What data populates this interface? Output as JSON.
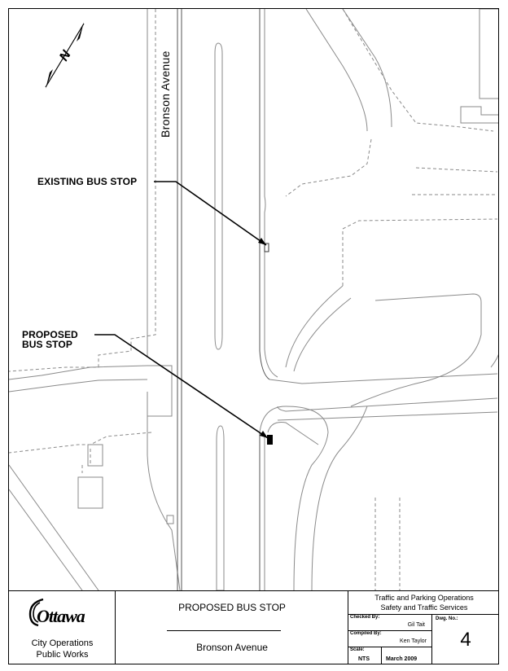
{
  "map": {
    "street_name": "Bronson Avenue",
    "north_letter": "N",
    "callouts": {
      "existing_stop": "EXISTING BUS STOP",
      "proposed_stop_line1": "PROPOSED",
      "proposed_stop_line2": "BUS STOP"
    }
  },
  "title_block": {
    "logo_text": "Ottawa",
    "org_line1": "City Operations",
    "org_line2": "Public Works",
    "drawing_title": "PROPOSED BUS STOP",
    "drawing_subtitle": "Bronson Avenue",
    "dept_line1": "Traffic and Parking Operations",
    "dept_line2": "Safety and Traffic Services",
    "checked_by_label": "Checked By:",
    "checked_by": "Gil Tait",
    "compiled_by_label": "Compiled By:",
    "compiled_by": "Ken Taylor",
    "scale_label": "Scale:",
    "scale": "NTS",
    "date": "March 2009",
    "dwg_no_label": "Dwg. No.:",
    "dwg_no": "4"
  }
}
